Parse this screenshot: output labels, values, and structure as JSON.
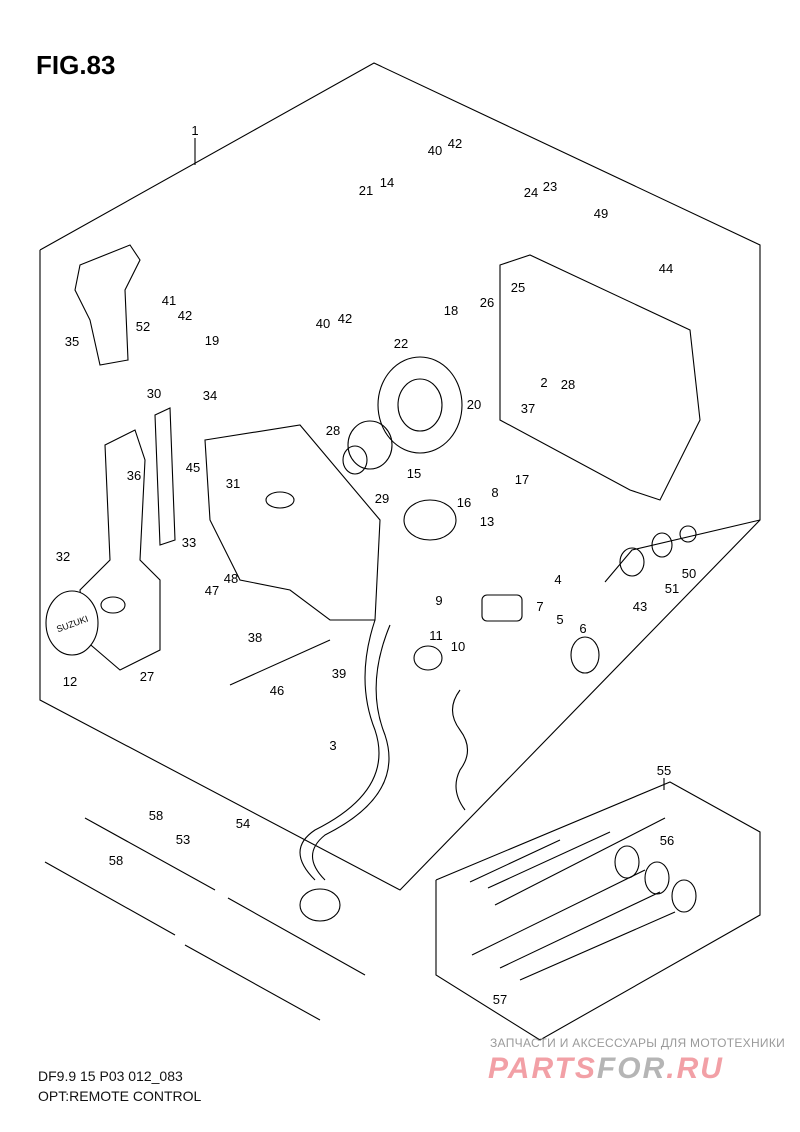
{
  "figure_title": "FIG.83",
  "drawing_code": "DF9.9 15 P03 012_083",
  "caption": "OPT:REMOTE CONTROL",
  "watermark": {
    "tagline": "ЗАПЧАСТИ И АКСЕССУАРЫ ДЛЯ МОТОТЕХНИКИ",
    "logo_part1": "PARTS",
    "logo_part2": "FOR",
    "logo_part3": ".RU",
    "colors": {
      "logo": "#f2a0a6",
      "gray": "#b5b5b5"
    }
  },
  "knob_logo": "SUZUKI",
  "callouts": [
    "1",
    "42",
    "40",
    "21",
    "14",
    "24",
    "23",
    "49",
    "44",
    "41",
    "42",
    "52",
    "35",
    "19",
    "40",
    "42",
    "18",
    "26",
    "25",
    "22",
    "2",
    "28",
    "37",
    "20",
    "30",
    "34",
    "28",
    "29",
    "15",
    "16",
    "8",
    "17",
    "36",
    "45",
    "31",
    "33",
    "13",
    "32",
    "47",
    "48",
    "4",
    "9",
    "7",
    "5",
    "6",
    "11",
    "10",
    "43",
    "51",
    "50",
    "38",
    "46",
    "39",
    "3",
    "12",
    "27",
    "55",
    "58",
    "54",
    "53",
    "56",
    "58",
    "57"
  ]
}
